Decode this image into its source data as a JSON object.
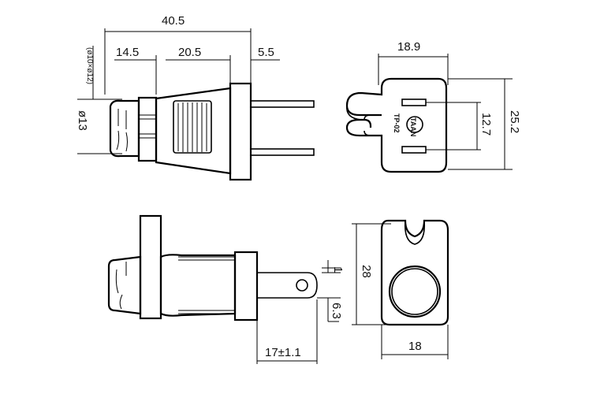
{
  "drawing": {
    "side_view_top": {
      "overall_length": "40.5",
      "section_a": "14.5",
      "section_b": "20.5",
      "pin_offset": "5.5",
      "cord_diameter_range": "(ø10×ø12)",
      "body_diameter": "ø13"
    },
    "front_view": {
      "width": "18.9",
      "pin_spacing": "12.7",
      "height": "25.2",
      "logo_text": "TAAN",
      "model": "TP-02"
    },
    "side_view_bottom": {
      "pin_thickness": "1",
      "pin_width": "6.3",
      "pin_length": "17±1.1"
    },
    "rear_view": {
      "height": "28",
      "width": "18"
    }
  }
}
